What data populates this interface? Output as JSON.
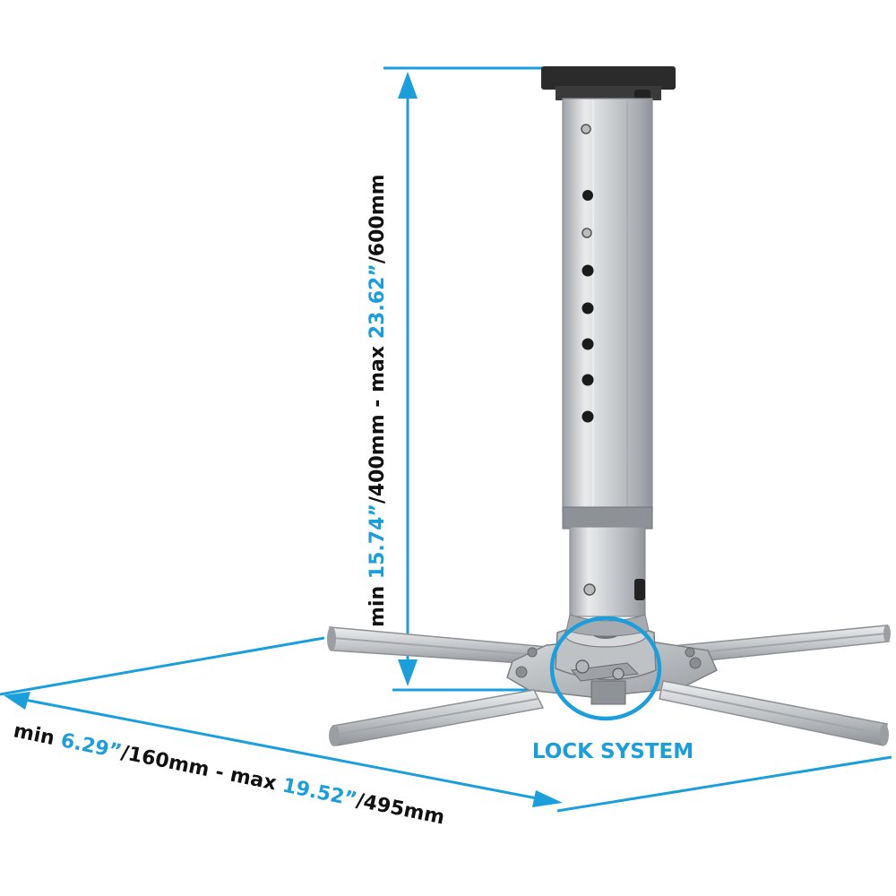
{
  "colors": {
    "accent": "#1a9fdc",
    "metal_light": "#dfe1e3",
    "metal_mid": "#b9bcbf",
    "metal_dark": "#8e9296",
    "plate_black": "#2b2b2b",
    "text_dark": "#111111"
  },
  "height_label": {
    "min_word": "min ",
    "min_inch": "15.74”",
    "min_mm": "/400mm - max ",
    "max_inch": "23.62”",
    "max_mm": "/600mm"
  },
  "width_label": {
    "min_word": "min ",
    "min_inch": "6.29”",
    "min_mm": "/160mm - max ",
    "max_inch": "19.52”",
    "max_mm": "/495mm"
  },
  "lock_label": "LOCK SYSTEM"
}
